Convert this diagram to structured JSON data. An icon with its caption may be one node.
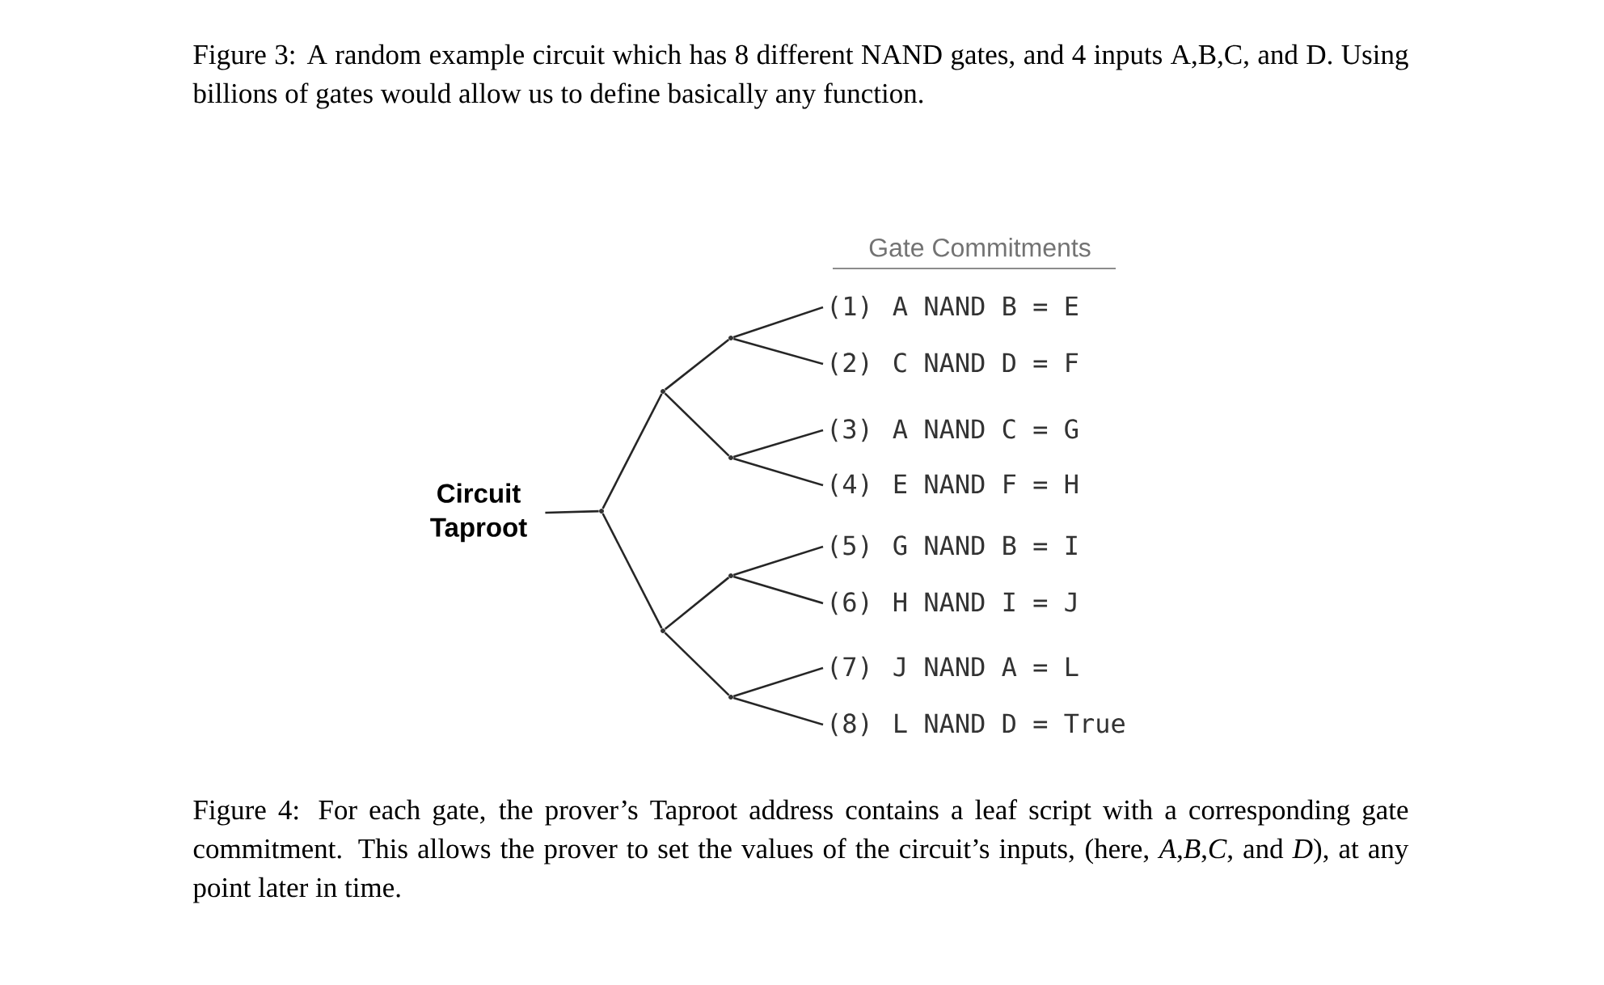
{
  "diagram": {
    "caption": "Figure 4: For each gate, the prover’s Taproot address contains a leaf script with a corresponding gate commitment. This allows the prover to set the values of the circuit’s inputs, (here, *A*,*B*,*C*, and *D*), at any point later in time.",
    "nodes": [
      {
        "text": [
          "Circuit Taproot"
        ]
      },
      {
        "text": [],
        "shape": "circle"
      },
      {
        "text": [],
        "shape": "circle"
      },
      {
        "text": [],
        "shape": "circle"
      },
      {
        "text": [],
        "shape": "circle"
      },
      {
        "text": [],
        "shape": "circle"
      },
      {
        "text": [],
        "shape": "circle"
      },
      {
        "text": [],
        "shape": "circle"
      },
      {
        "text": [
          "(1)",
          "A NAND B = E"
        ]
      },
      {
        "text": [
          "(2)",
          "C NAND D = F"
        ]
      },
      {
        "text": [
          "(3)",
          "A NAND C = G"
        ]
      },
      {
        "text": [
          "(4)",
          "E NAND F = H"
        ]
      },
      {
        "text": [
          "(5)",
          "G NAND B = I"
        ]
      },
      {
        "text": [
          "(6)",
          "H NAND I = J"
        ]
      },
      {
        "text": [
          "(7)",
          "J NAND A = L"
        ]
      },
      {
        "text": [
          "(8)",
          "L NAND D = True"
        ]
      }
    ],
    "edges": [
      {
        "from": 0,
        "to": 1,
        "arrow": "none"
      },
      {
        "from": 1,
        "to": 2,
        "arrow": "none"
      },
      {
        "from": 1,
        "to": 3,
        "arrow": "none"
      },
      {
        "from": 2,
        "to": 4,
        "arrow": "none"
      },
      {
        "from": 2,
        "to": 5,
        "arrow": "none"
      },
      {
        "from": 3,
        "to": 6,
        "arrow": "none"
      },
      {
        "from": 3,
        "to": 7,
        "arrow": "none"
      },
      {
        "from": 4,
        "to": 8,
        "arrow": "none"
      },
      {
        "from": 4,
        "to": 9,
        "arrow": "none"
      },
      {
        "from": 5,
        "to": 10,
        "arrow": "none"
      },
      {
        "from": 5,
        "to": 11,
        "arrow": "none"
      },
      {
        "from": 6,
        "to": 12,
        "arrow": "none"
      },
      {
        "from": 6,
        "to": 13,
        "arrow": "none"
      },
      {
        "from": 7,
        "to": 14,
        "arrow": "none"
      },
      {
        "from": 7,
        "to": 15,
        "arrow": "none"
      }
    ],
    "labels": [
      "Figure 3: A random example circuit which has 8 different NAND gates, and 4 inputs A,B,C, and D. Using billions of gates would allow us to define basically any function.",
      "Gate Commitments"
    ]
  }
}
